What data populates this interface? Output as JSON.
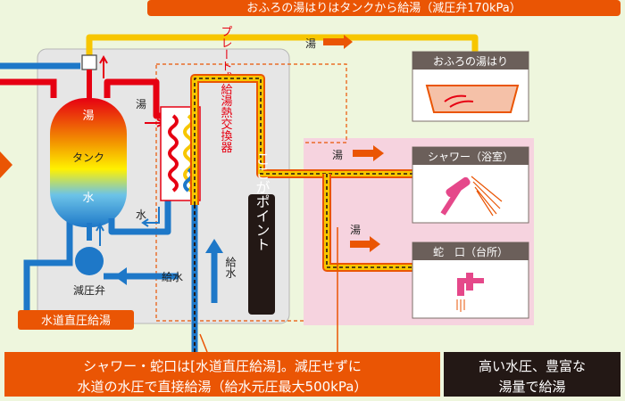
{
  "top_banner": "おふろの湯はりはタンクから給湯（減圧弁170kPa）",
  "labels": {
    "yu_top": "湯",
    "yu_left": "湯",
    "yu_shower": "湯",
    "yu_faucet": "湯",
    "tank_hot": "湯",
    "tank": "タンク",
    "tank_water": "水",
    "mizu": "水",
    "kyusui": "給水",
    "kyusui_vertical": "給水",
    "pressure_valve": "減圧弁",
    "heat_exchanger": "プレート式給湯熱交換器",
    "point": "ここがポイント"
  },
  "destinations": {
    "bath": "おふろの湯はり",
    "shower": "シャワー（浴室）",
    "faucet": "蛇　口（台所）"
  },
  "tag_direct": "水道直圧給湯",
  "bottom": {
    "left_line1": "シャワー・蛇口は[水道直圧給湯]。減圧せずに",
    "left_line2": "水道の水圧で直接給湯（給水元圧最大500kPa）",
    "right_line1": "高い水圧、豊富な",
    "right_line2": "湯量で給湯"
  },
  "colors": {
    "background": "#eef6dd",
    "unit": "#e6e6e6",
    "hot_pipe": "#e60012",
    "cold_pipe": "#1e78c8",
    "yellow_pipe": "#f7c600",
    "orange_accent": "#ea5504",
    "pink_area": "#f6d3df",
    "dark_box": "#231815",
    "dest_label_bg": "#6b5f5a"
  },
  "icons": [
    "bathtub-icon",
    "shower-icon",
    "faucet-icon",
    "arrow-right-icon"
  ]
}
